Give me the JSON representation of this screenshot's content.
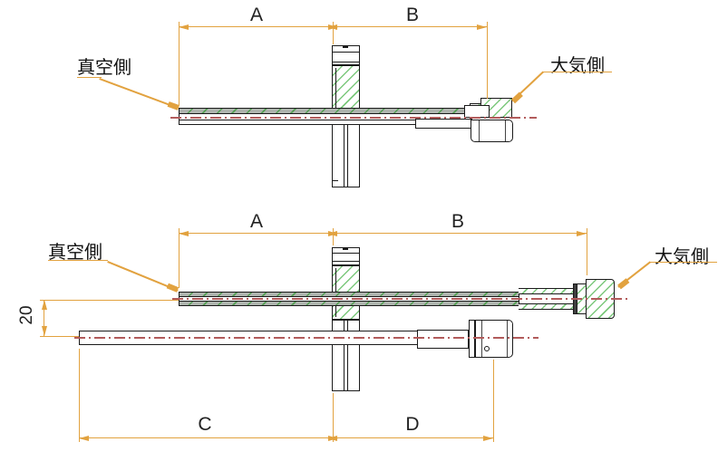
{
  "drawing": {
    "view_top": {
      "dim_a": "A",
      "dim_b": "B",
      "vacuum_label": "真空側",
      "air_label": "大気側"
    },
    "view_bottom": {
      "dim_a": "A",
      "dim_b": "B",
      "dim_c": "C",
      "dim_d": "D",
      "offset_dim": "20",
      "vacuum_label": "真空側",
      "air_label": "大気側"
    },
    "colors": {
      "outline": "#1a1a1a",
      "dimension_line": "#e2a23f",
      "hatch_green": "#7cc87c",
      "centerline_red": "#b25b5b",
      "tube_wall_gray": "#aeb4ae",
      "background": "#ffffff"
    }
  }
}
